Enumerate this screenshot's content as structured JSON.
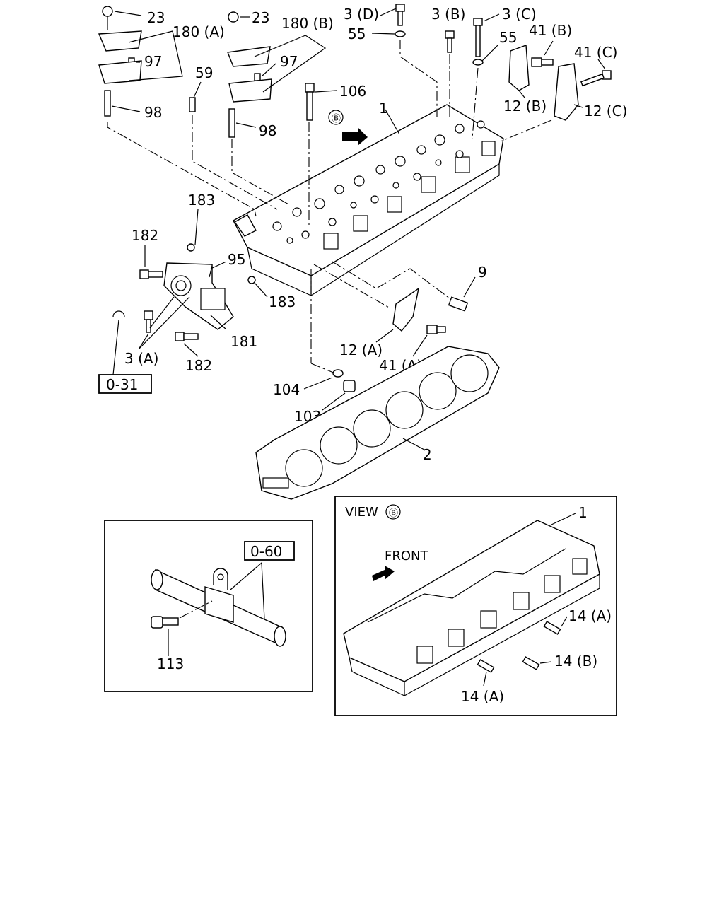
{
  "labels": {
    "l23a": "23",
    "l23b": "23",
    "l180a": "180 (A)",
    "l180b": "180 (B)",
    "l97a": "97",
    "l97b": "97",
    "l98a": "98",
    "l98b": "98",
    "l59": "59",
    "l106": "106",
    "l3d": "3 (D)",
    "l3b": "3 (B)",
    "l3c": "3 (C)",
    "l3a": "3 (A)",
    "l55a": "55",
    "l55b": "55",
    "l41b": "41 (B)",
    "l41c": "41 (C)",
    "l41a": "41 (A)",
    "l12b": "12 (B)",
    "l12c": "12 (C)",
    "l12a": "12 (A)",
    "l1": "1",
    "l1v": "1",
    "lview_b": "Ⓑ",
    "l183a": "183",
    "l183b": "183",
    "l182a": "182",
    "l182b": "182",
    "l95": "95",
    "l181": "181",
    "l9": "9",
    "l104": "104",
    "l103": "103",
    "l2": "2",
    "l113": "113",
    "l14a1": "14 (A)",
    "l14b": "14 (B)",
    "l14a2": "14 (A)"
  },
  "refs": {
    "ref_031": "0-31",
    "ref_060": "0-60"
  },
  "view_box": {
    "title": "VIEW",
    "title_marker": "Ⓑ",
    "front_label": "FRONT"
  }
}
